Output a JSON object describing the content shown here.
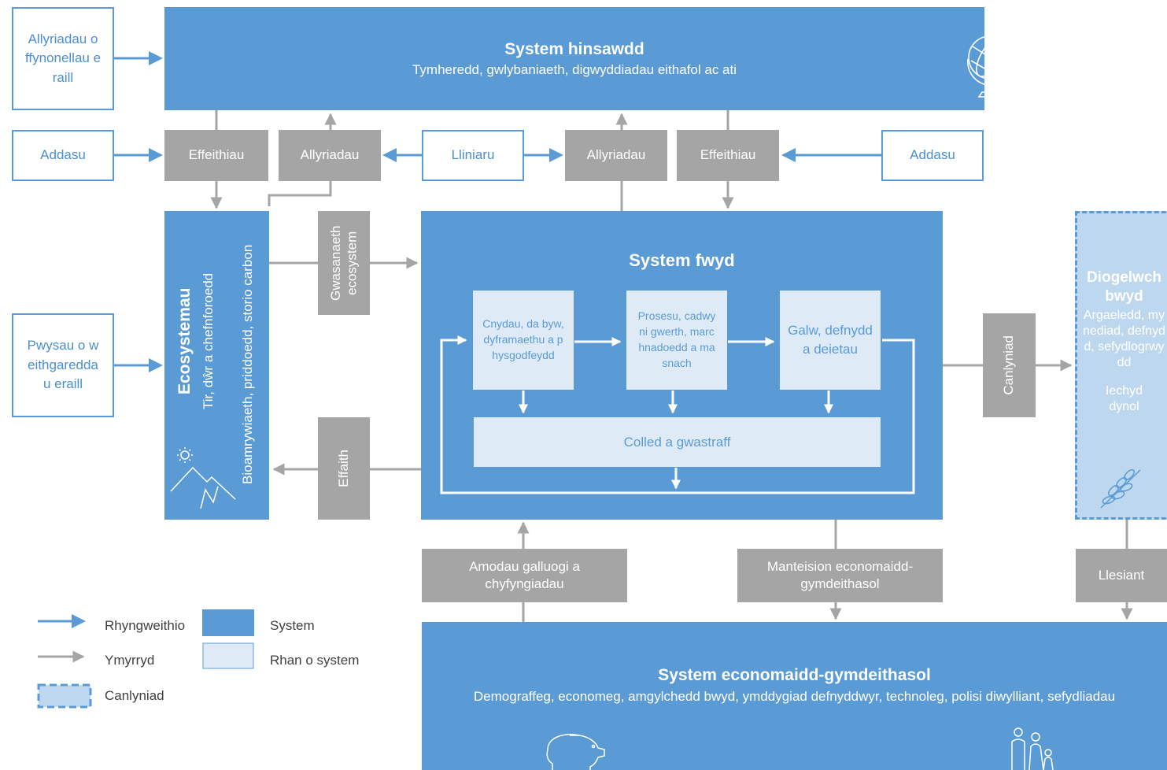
{
  "climate": {
    "title": "System hinsawdd",
    "subtitle": "Tymheredd, gwlybaniaeth, digwyddiadau eithafol ac ati"
  },
  "other_emissions": "Allyriadau o ffynonellau eraill",
  "adapt_left": "Addasu",
  "adapt_right": "Addasu",
  "mitigation": "Lliniaru",
  "impacts_left": "Effeithiau",
  "impacts_right": "Effeithiau",
  "emissions_left": "Allyriadau",
  "emissions_right": "Allyriadau",
  "pressures": "Pwysau o weithgareddau eraill",
  "ecosystems": {
    "title": "Ecosystemau",
    "line1": "Tir, dŵr a chefnforoedd",
    "line2": "Bioamrywiaeth, priddoedd, storio carbon"
  },
  "ecosystem_services": "Gwasanaeth ecosystem",
  "effect": "Effaith",
  "food": {
    "title": "System fwyd",
    "production": "Cnydau, da byw, dyframaethu a physgodfeydd",
    "processing": "Prosesu, cadwyni gwerth, marchnadoedd a masnach",
    "demand": "Galw, defnydd a deietau",
    "loss": "Colled a gwastraff"
  },
  "outcome_label": "Canlyniad",
  "food_security": {
    "title": "Diogelwch bwyd",
    "line1": "Argaeledd, mynediad, defnydd, sefydlogrwydd",
    "line2": "Iechyd dynol"
  },
  "enabling": "Amodau galluogi a chyfyngiadau",
  "socio_benefits": "Manteision economaidd-gymdeithasol",
  "wellbeing": "Llesiant",
  "socio": {
    "title": "System economaidd-gymdeithasol",
    "subtitle": "Demograffeg, economeg, amgylchedd bwyd, ymddygiad defnyddwyr, technoleg, polisi diwylliant, sefydliadau"
  },
  "legend": {
    "interaction": "Rhyngweithio",
    "intervention": "Ymyrryd",
    "outcome": "Canlyniad",
    "system": "System",
    "subsystem": "Rhan o system"
  },
  "colors": {
    "system": "#5b9bd5",
    "subsystem": "#deebf7",
    "grey": "#a5a5a5",
    "outcome": "#bdd7ee"
  },
  "icons": [
    "globe-icon",
    "sun-mountain-icon",
    "wheat-icon",
    "piggy-bank-icon",
    "family-icon"
  ]
}
